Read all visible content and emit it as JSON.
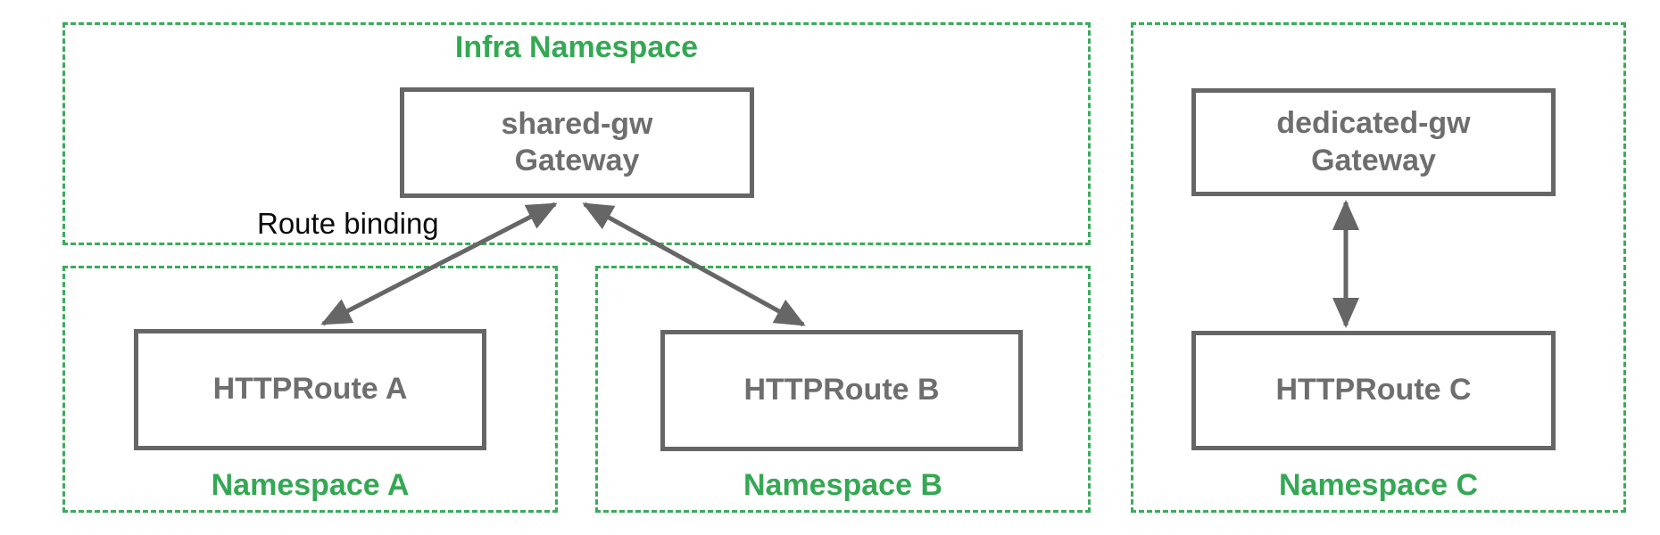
{
  "diagram": {
    "containers": [
      {
        "id": "infra-namespace",
        "label": "Infra Namespace",
        "label_position": "top"
      },
      {
        "id": "namespace-a",
        "label": "Namespace A",
        "label_position": "bottom"
      },
      {
        "id": "namespace-b",
        "label": "Namespace B",
        "label_position": "bottom"
      },
      {
        "id": "namespace-c",
        "label": "Namespace C",
        "label_position": "bottom"
      }
    ],
    "nodes": [
      {
        "id": "shared-gw",
        "label": "shared-gw\nGateway",
        "namespace": "Infra Namespace"
      },
      {
        "id": "httproute-a",
        "label": "HTTPRoute A",
        "namespace": "Namespace A"
      },
      {
        "id": "httproute-b",
        "label": "HTTPRoute B",
        "namespace": "Namespace B"
      },
      {
        "id": "dedicated-gw",
        "label": "dedicated-gw\nGateway",
        "namespace": "Namespace C"
      },
      {
        "id": "httproute-c",
        "label": "HTTPRoute C",
        "namespace": "Namespace C"
      }
    ],
    "edges": [
      {
        "from": "httproute-a",
        "to": "shared-gw",
        "style": "double-headed-arrow"
      },
      {
        "from": "httproute-b",
        "to": "shared-gw",
        "style": "double-headed-arrow"
      },
      {
        "from": "httproute-c",
        "to": "dedicated-gw",
        "style": "double-headed-arrow"
      }
    ],
    "annotations": [
      {
        "text": "Route binding"
      }
    ],
    "colors": {
      "namespace_green": "#34a853",
      "node_border_gray": "#666666",
      "node_text_gray": "#6e6e6e",
      "annotation_black": "#0a0a0a",
      "background": "#ffffff"
    }
  }
}
